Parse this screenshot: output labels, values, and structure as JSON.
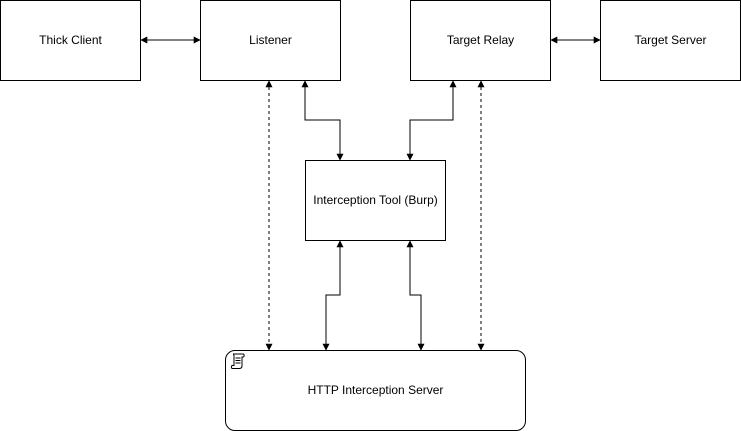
{
  "nodes": {
    "thick_client": "Thick Client",
    "listener": "Listener",
    "target_relay": "Target Relay",
    "target_server": "Target Server",
    "burp": "Interception Tool (Burp)",
    "http_server": "HTTP Interception Server"
  },
  "icons": {
    "http_server_icon": "script-icon"
  },
  "colors": {
    "stroke": "#000000",
    "background": "#ffffff"
  }
}
